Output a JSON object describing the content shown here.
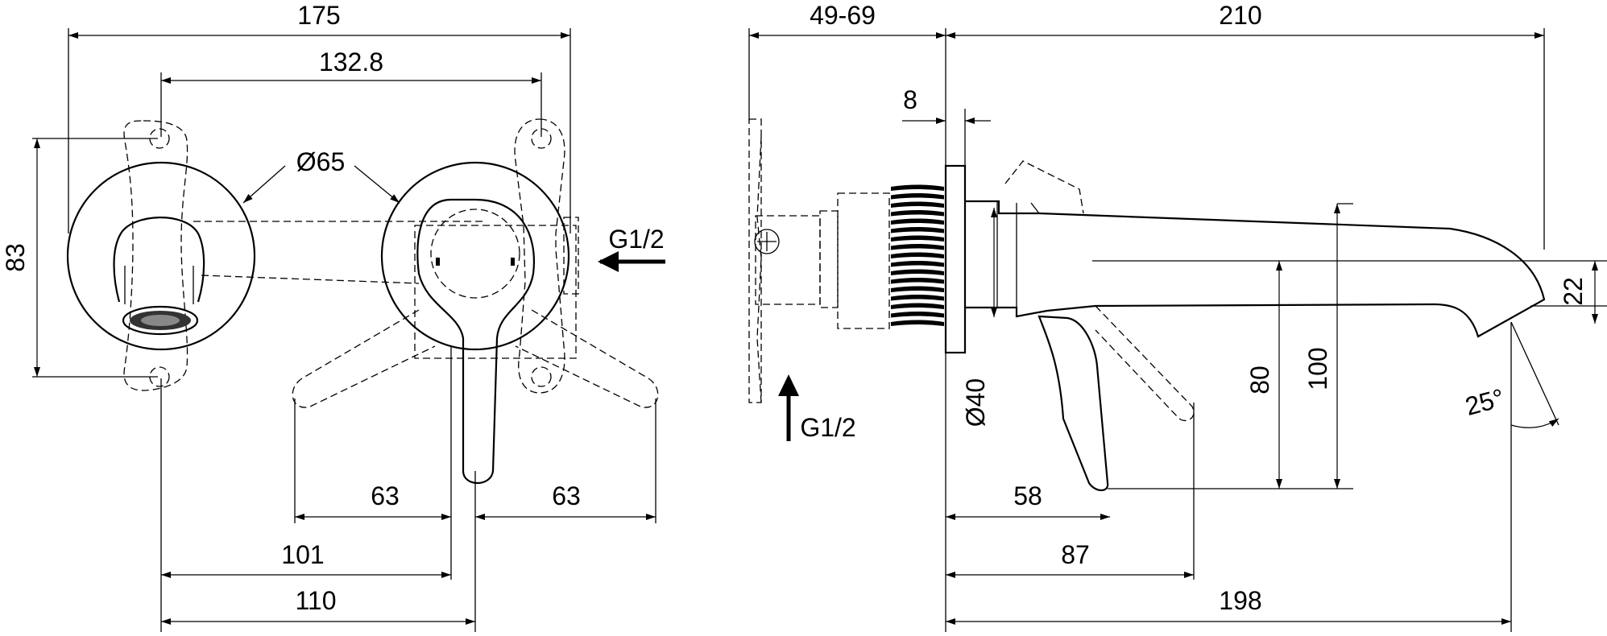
{
  "drawing": {
    "front_view": {
      "top_width": "175",
      "hole_spacing": "132.8",
      "height_label": "83",
      "diameter_label": "Ø65",
      "inlet_label": "G1/2",
      "lever_left": "63",
      "lever_right": "63",
      "offset_101": "101",
      "offset_110": "110"
    },
    "side_view": {
      "wall_depth": "49-69",
      "spout_length": "210",
      "plate_thickness": "8",
      "body_diameter": "Ø40",
      "inlet_label": "G1/2",
      "height_80": "80",
      "height_100": "100",
      "outlet_height": "22",
      "angle": "25°",
      "lever_reach": "58",
      "lever_reach_raised": "87",
      "outlet_reach": "198"
    }
  },
  "colors": {
    "line": "#000000",
    "background": "#ffffff"
  }
}
